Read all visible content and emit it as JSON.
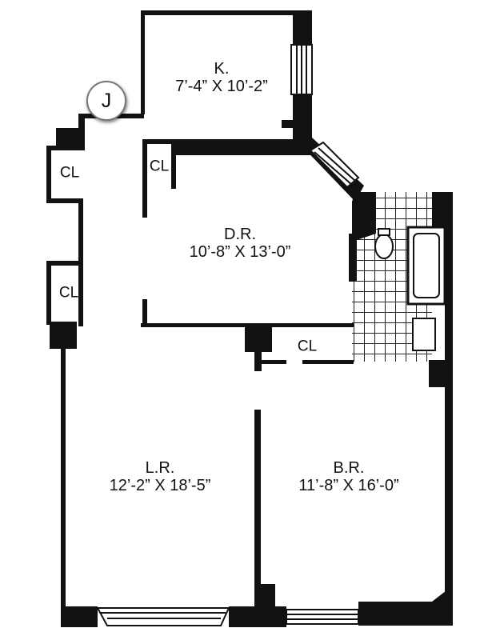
{
  "unit": {
    "letter": "J"
  },
  "rooms": {
    "kitchen": {
      "name": "K.",
      "dimensions": "7’-4” X 10’-2”"
    },
    "dining_room": {
      "name": "D.R.",
      "dimensions": "10’-8” X 13’-0”"
    },
    "living_room": {
      "name": "L.R.",
      "dimensions": "12’-2” X 18’-5”"
    },
    "bedroom": {
      "name": "B.R.",
      "dimensions": "11’-8” X 16’-0”"
    }
  },
  "closets": {
    "hall_upper": "CL",
    "hall_lower": "CL",
    "dining": "CL",
    "bedroom": "CL"
  },
  "colors": {
    "wall": "#111111",
    "background": "#ffffff",
    "tile_grid": "#222222"
  }
}
